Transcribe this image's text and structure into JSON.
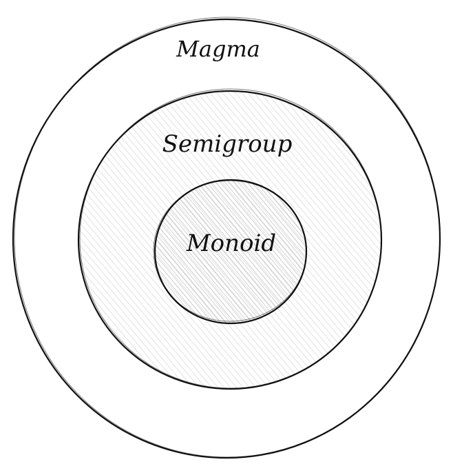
{
  "diagram": {
    "sets": [
      {
        "label": "Magma",
        "hatched": false
      },
      {
        "label": "Semigroup",
        "hatched": true
      },
      {
        "label": "Monoid",
        "hatched": true
      }
    ]
  },
  "colors": {
    "stroke": "#111111",
    "hatch": "#b8b8b8",
    "background": "#ffffff"
  }
}
